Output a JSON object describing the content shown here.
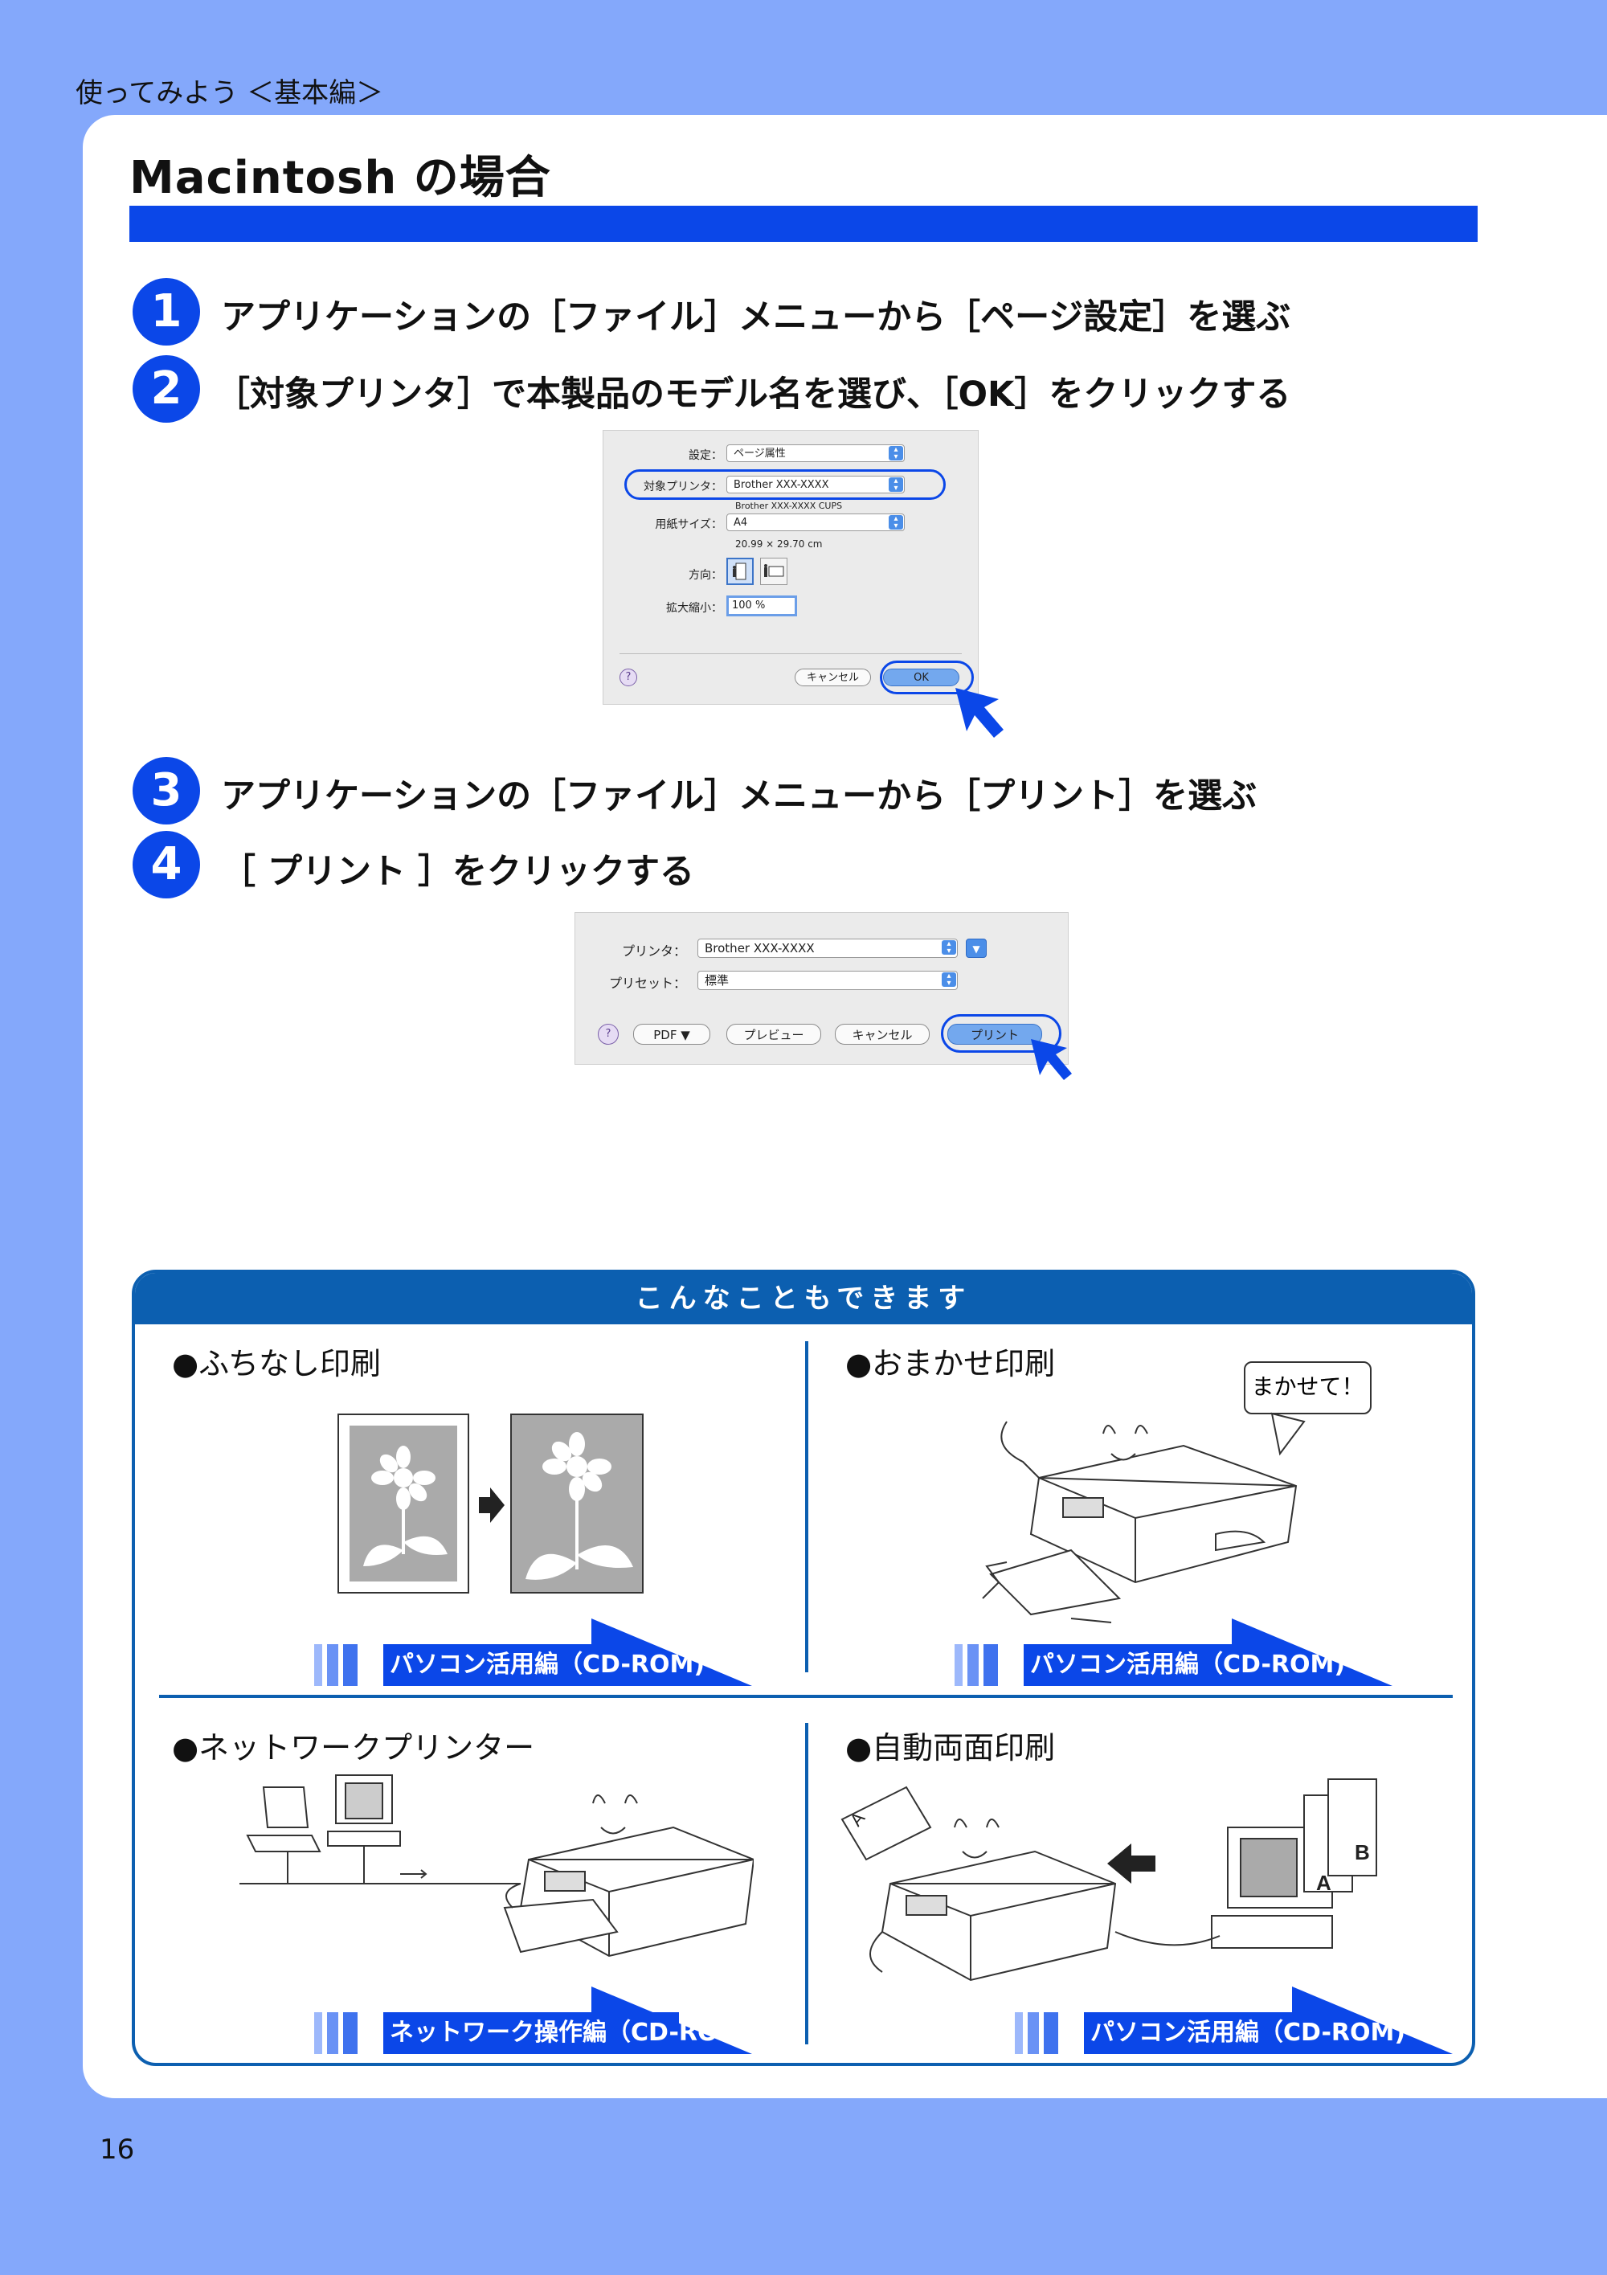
{
  "header": {
    "label": "使ってみよう ＜基本編＞"
  },
  "section": {
    "title": "Macintosh の場合"
  },
  "steps": [
    {
      "num": "1",
      "text": "アプリケーションの［ファイル］メニューから［ページ設定］を選ぶ"
    },
    {
      "num": "2",
      "text": "［対象プリンタ］で本製品のモデル名を選び、［OK］をクリックする"
    },
    {
      "num": "3",
      "text": "アプリケーションの［ファイル］メニューから［プリント］を選ぶ"
    },
    {
      "num": "4",
      "text": "［ プリント ］をクリックする"
    }
  ],
  "page_setup_dialog": {
    "settings_label": "設定：",
    "settings_value": "ページ属性",
    "printer_label": "対象プリンタ：",
    "printer_value": "Brother XXX-XXXX",
    "printer_sub": "Brother XXX-XXXX CUPS",
    "paper_label": "用紙サイズ：",
    "paper_value": "A4",
    "paper_dims": "20.99 × 29.70 cm",
    "orientation_label": "方向：",
    "scale_label": "拡大縮小：",
    "scale_value": "100 %",
    "help": "?",
    "cancel_button": "キャンセル",
    "ok_button": "OK"
  },
  "print_dialog": {
    "printer_label": "プリンタ：",
    "printer_value": "Brother XXX-XXXX",
    "preset_label": "プリセット：",
    "preset_value": "標準",
    "help": "?",
    "pdf_button": "PDF ▼",
    "preview_button": "プレビュー",
    "cancel_button": "キャンセル",
    "print_button": "プリント"
  },
  "features": {
    "heading": "こんなこともできます",
    "items": [
      {
        "title": "●ふちなし印刷",
        "ref": "パソコン活用編（CD-ROM)"
      },
      {
        "title": "●おまかせ印刷",
        "ref": "パソコン活用編（CD-ROM)",
        "bubble": "まかせて！"
      },
      {
        "title": "●ネットワークプリンター",
        "ref": "ネットワーク操作編（CD-ROM)"
      },
      {
        "title": "●自動両面印刷",
        "ref": "パソコン活用編（CD-ROM)",
        "page_a": "A",
        "page_b": "B"
      }
    ]
  },
  "page_number": "16",
  "colors": {
    "background": "#84a8fb",
    "accent": "#0b47e8",
    "box_border": "#0c5fb0"
  }
}
